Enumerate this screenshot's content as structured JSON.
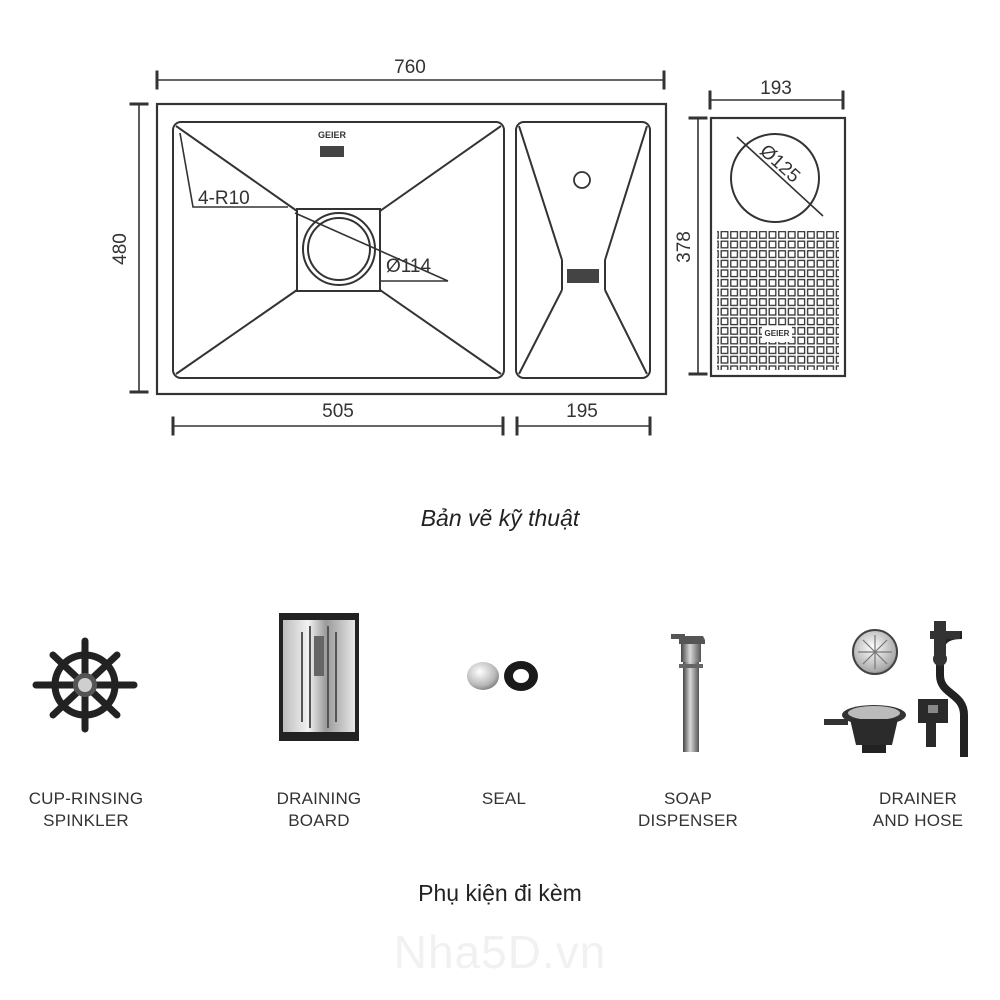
{
  "drawing": {
    "dims": {
      "overall_width": "760",
      "overall_height": "480",
      "main_bowl_width": "505",
      "small_bowl_width": "195",
      "board_width": "193",
      "board_height": "378",
      "corner_radius": "4-R10",
      "drain_diameter": "Ø114",
      "board_hole_diameter": "Ø125"
    },
    "caption": "Bản vẽ kỹ thuật"
  },
  "accessories": {
    "items": [
      {
        "line1": "CUP-RINSING",
        "line2": "SPINKLER",
        "icon": "cup-rinsing-sprinkler-icon"
      },
      {
        "line1": "DRAINING",
        "line2": "BOARD",
        "icon": "draining-board-icon"
      },
      {
        "line1": "SEAL",
        "line2": "",
        "icon": "seal-icon"
      },
      {
        "line1": "SOAP",
        "line2": "DISPENSER",
        "icon": "soap-dispenser-icon"
      },
      {
        "line1": "DRAINER",
        "line2": "AND HOSE",
        "icon": "drainer-and-hose-icon"
      }
    ],
    "caption": "Phụ kiện đi kèm"
  },
  "watermark": "Nha5D.vn"
}
